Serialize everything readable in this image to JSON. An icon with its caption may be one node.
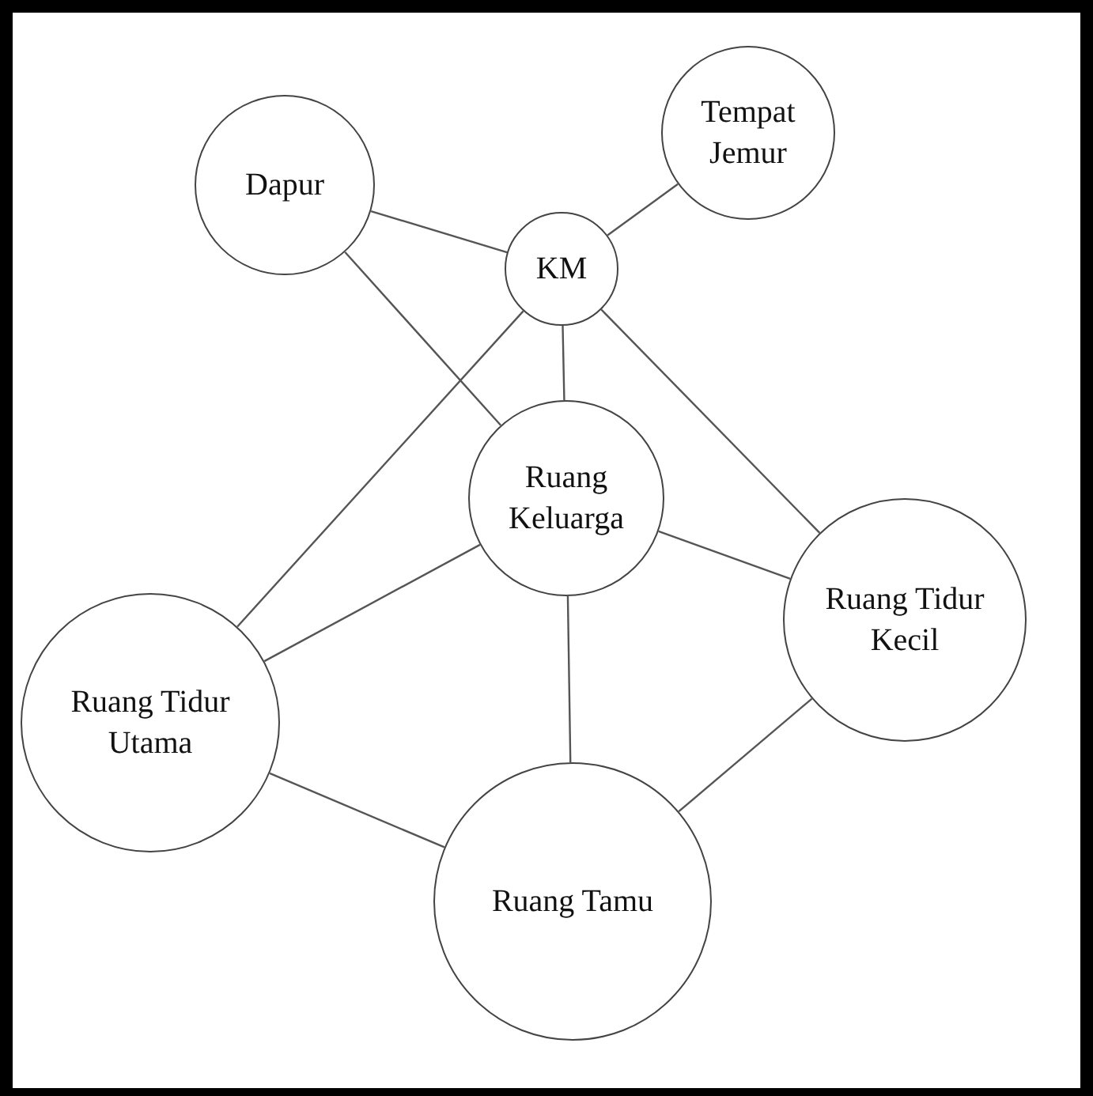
{
  "diagram": {
    "nodes": [
      {
        "text": [
          "Dapur"
        ]
      },
      {
        "text": [
          "Tempat Jemur"
        ]
      },
      {
        "text": [
          "KM"
        ]
      },
      {
        "text": [
          "Ruang Keluarga"
        ]
      },
      {
        "text": [
          "Ruang Tidur Kecil"
        ]
      },
      {
        "text": [
          "Ruang Tidur Utama"
        ]
      },
      {
        "text": [
          "Ruang Tamu"
        ]
      }
    ],
    "edges": [
      {
        "from": 0,
        "to": 2,
        "arrow": "none"
      },
      {
        "from": 1,
        "to": 2,
        "arrow": "none"
      },
      {
        "from": 0,
        "to": 3,
        "arrow": "none"
      },
      {
        "from": 2,
        "to": 3,
        "arrow": "none"
      },
      {
        "from": 2,
        "to": 4,
        "arrow": "none"
      },
      {
        "from": 2,
        "to": 5,
        "arrow": "none"
      },
      {
        "from": 3,
        "to": 5,
        "arrow": "none"
      },
      {
        "from": 3,
        "to": 4,
        "arrow": "none"
      },
      {
        "from": 3,
        "to": 6,
        "arrow": "none"
      },
      {
        "from": 5,
        "to": 6,
        "arrow": "none"
      },
      {
        "from": 4,
        "to": 6,
        "arrow": "none"
      }
    ]
  }
}
